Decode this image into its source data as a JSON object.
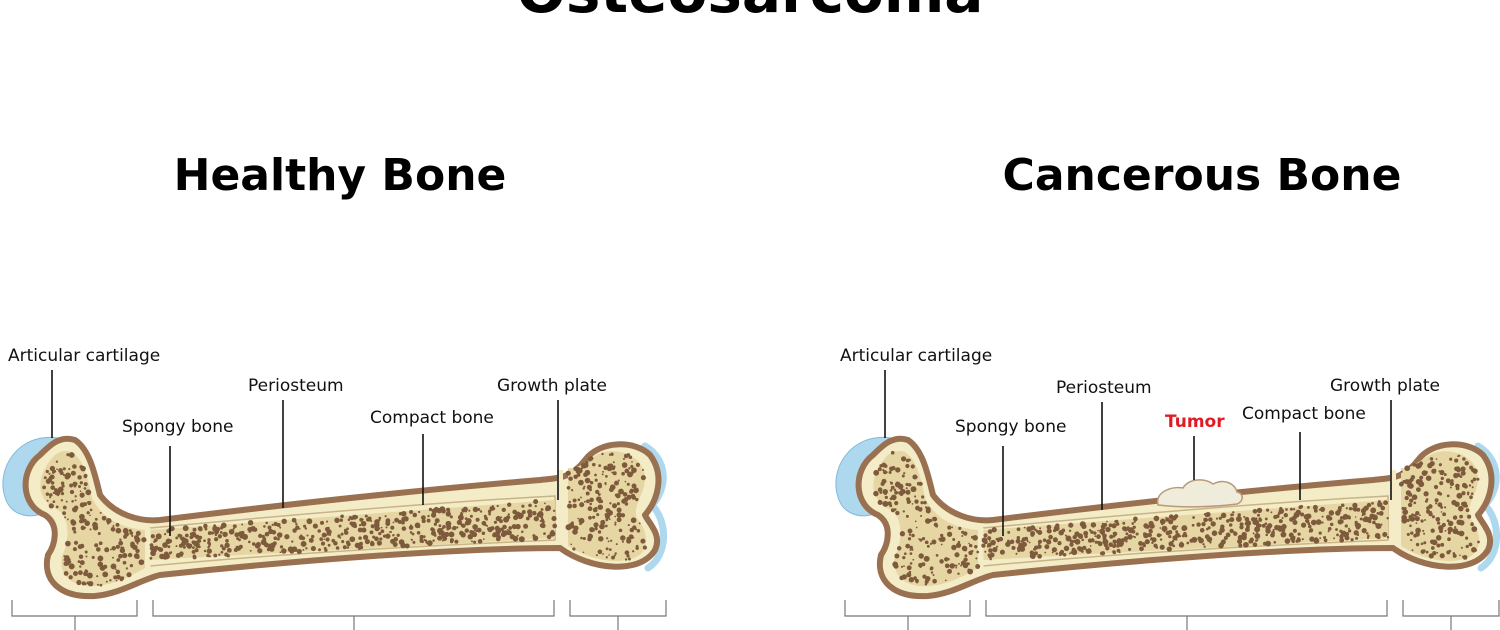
{
  "title": "Osteosarcoma",
  "panels": [
    {
      "title": "Healthy Bone",
      "labels": {
        "articular_cartilage": "Articular cartilage",
        "spongy_bone": "Spongy bone",
        "periosteum": "Periosteum",
        "compact_bone": "Compact bone",
        "growth_plate": "Growth plate"
      }
    },
    {
      "title": "Cancerous Bone",
      "labels": {
        "articular_cartilage": "Articular cartilage",
        "spongy_bone": "Spongy bone",
        "periosteum": "Periosteum",
        "tumor": "Tumor",
        "compact_bone": "Compact bone",
        "growth_plate": "Growth plate"
      }
    }
  ],
  "colors": {
    "bone_outline": "#9a7150",
    "bone_fill": "#f3ecc7",
    "marrow": "#e6d6a3",
    "marrow_dot": "#7d5a3c",
    "cartilage": "#aed8ee",
    "tumor": "#f0ecdb",
    "tumor_label": "#e01b24"
  }
}
